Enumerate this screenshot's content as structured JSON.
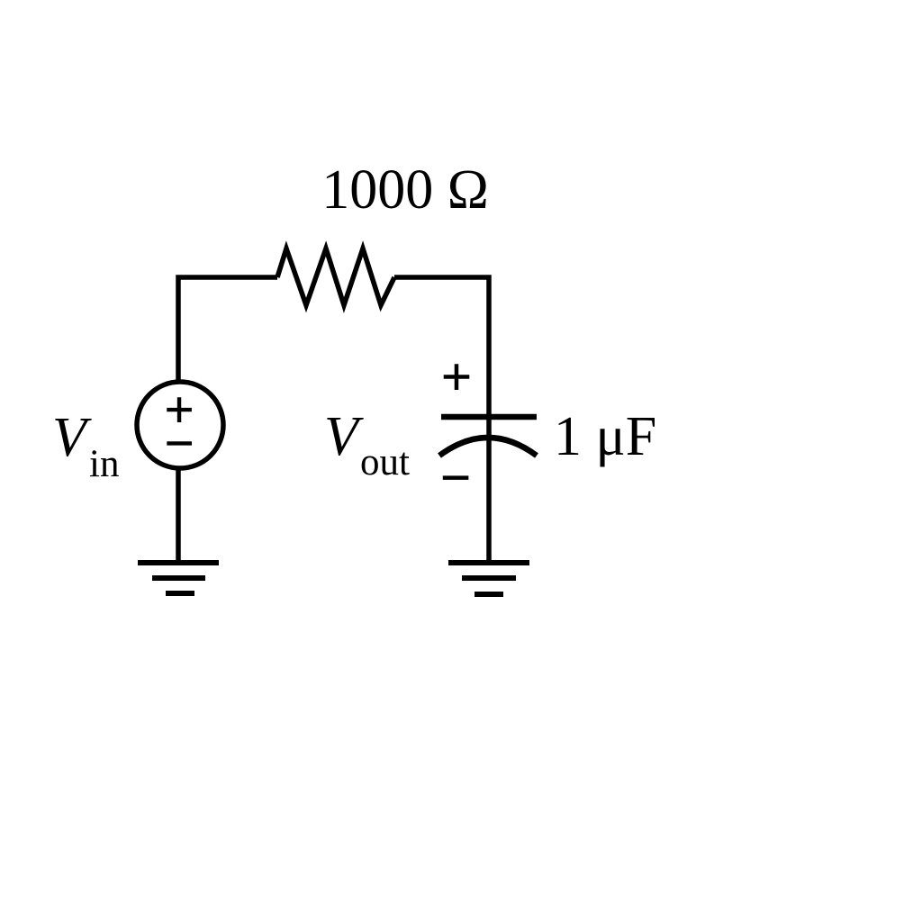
{
  "colors": {
    "background": "#ffffff",
    "ink": "#000000"
  },
  "circuit": {
    "source": {
      "label_main": "V",
      "label_sub": "in",
      "plus": "+",
      "minus": "−"
    },
    "resistor": {
      "label": "1000 Ω"
    },
    "capacitor": {
      "label": "1 μF",
      "plus": "+",
      "minus": "−"
    },
    "output": {
      "label_main": "V",
      "label_sub": "out"
    }
  }
}
